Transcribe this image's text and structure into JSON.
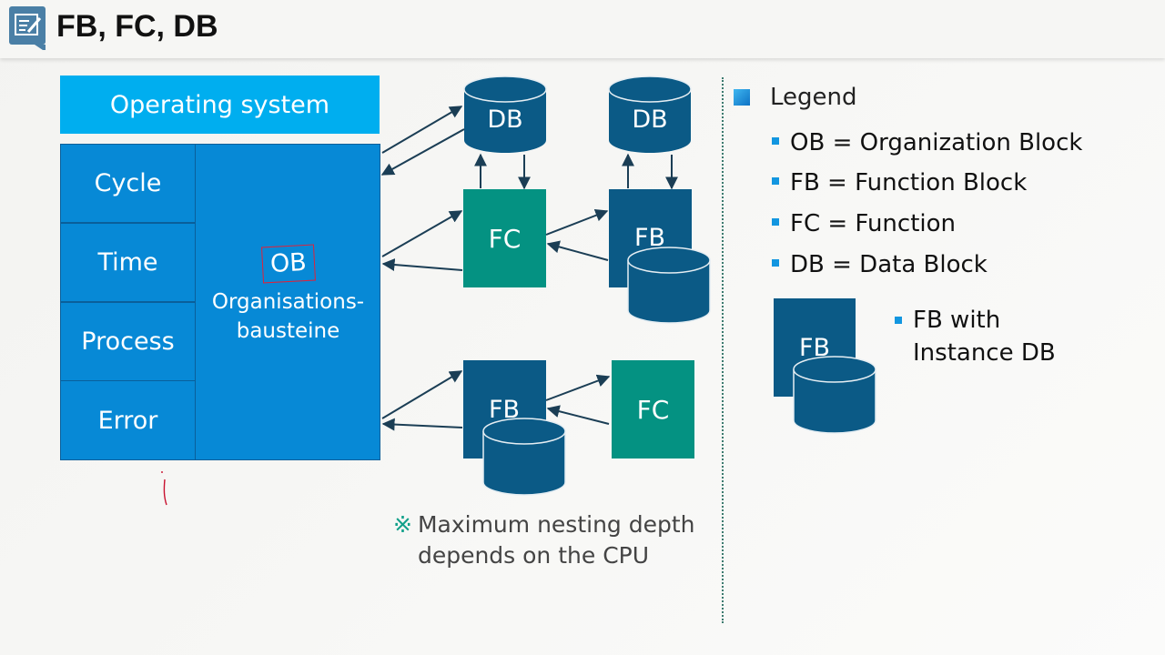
{
  "title": "FB, FC, DB",
  "os_label": "Operating system",
  "events": [
    "Cycle",
    "Time",
    "Process",
    "Error"
  ],
  "ob": {
    "abbr": "OB",
    "name_line1": "Organisations-",
    "name_line2": "bausteine"
  },
  "blocks": {
    "db1": "DB",
    "db2": "DB",
    "fc_top": "FC",
    "fb_top": "FB",
    "fb_bottom": "FB",
    "fc_bottom": "FC",
    "fb_legend": "FB"
  },
  "legend": {
    "title": "Legend",
    "items": [
      "OB = Organization Block",
      "FB = Function Block",
      "FC = Function",
      "DB = Data Block"
    ],
    "fb_instance_line1": "FB with",
    "fb_instance_line2": "Instance DB"
  },
  "note": {
    "mark": "※",
    "text": "Maximum nesting depth depends on the CPU"
  },
  "colors": {
    "os": "#00aeef",
    "ob": "#0789d6",
    "dark_blue": "#0b5a86",
    "teal": "#049282",
    "arrow": "#1b3e55",
    "ob_highlight": "#e0223a"
  }
}
